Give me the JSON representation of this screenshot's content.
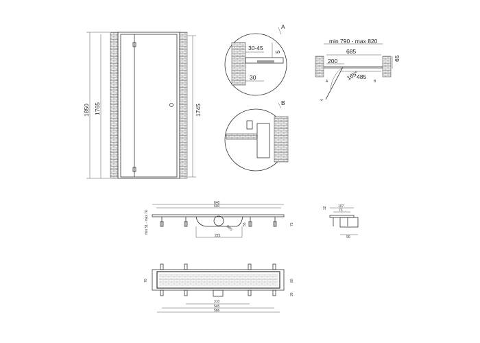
{
  "door": {
    "h_total": "1850",
    "h_frame": "1765",
    "h_panel": "1745"
  },
  "detail_a": {
    "label": "A",
    "gap": "30-45",
    "offset": "5",
    "depth": "30"
  },
  "detail_b": {
    "label": "B"
  },
  "plan": {
    "range": "min 790 - max 820",
    "door_width": "685",
    "hinge": "200",
    "angle": "165°",
    "opening": "485",
    "depth": "65",
    "mark_a": "A",
    "mark_b": "B",
    "radius": "R"
  },
  "drain_side": {
    "total": "640",
    "inner": "600",
    "height_range": "min 51 - max 76",
    "outlet_h": "55",
    "total_h": "75",
    "outlet_w": "225",
    "diameter": "Ø50"
  },
  "drain_section": {
    "top": "107",
    "inner": "73",
    "flange": "12",
    "depth": "90"
  },
  "drain_top": {
    "width": "70",
    "outer_w": "80",
    "outlet": "35",
    "span1": "310",
    "span2": "545",
    "span3": "586"
  }
}
